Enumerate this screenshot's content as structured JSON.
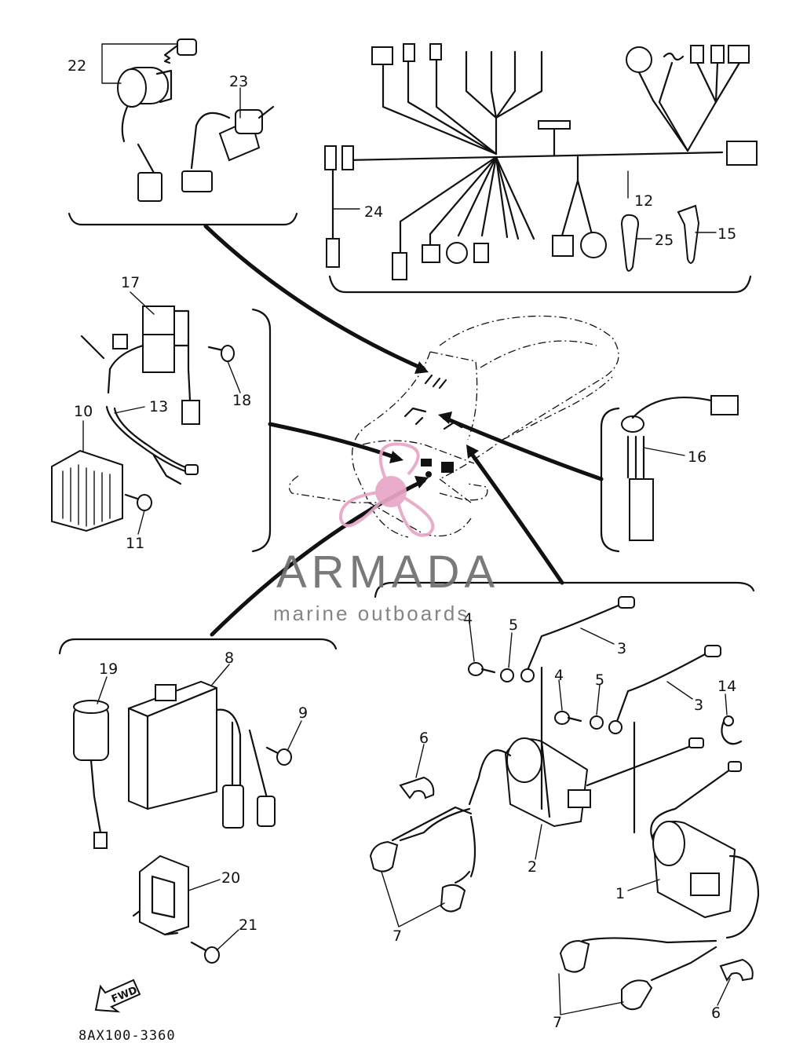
{
  "callouts": {
    "c1": "1",
    "c2": "2",
    "c3a": "3",
    "c3b": "3",
    "c4a": "4",
    "c4b": "4",
    "c5a": "5",
    "c5b": "5",
    "c6a": "6",
    "c6b": "6",
    "c7a": "7",
    "c7b": "7",
    "c8": "8",
    "c9": "9",
    "c10": "10",
    "c11": "11",
    "c12": "12",
    "c13": "13",
    "c14": "14",
    "c15": "15",
    "c16": "16",
    "c17": "17",
    "c18": "18",
    "c19": "19",
    "c20": "20",
    "c21": "21",
    "c22": "22",
    "c23": "23",
    "c24": "24",
    "c25": "25"
  },
  "diagram_code": "8AX100-3360",
  "fwd_label": "FWD",
  "watermark": {
    "name": "ARMADA",
    "tagline": "marine outboards",
    "accent_color": "#e8a6c6",
    "text_color": "#6e6e6e"
  }
}
